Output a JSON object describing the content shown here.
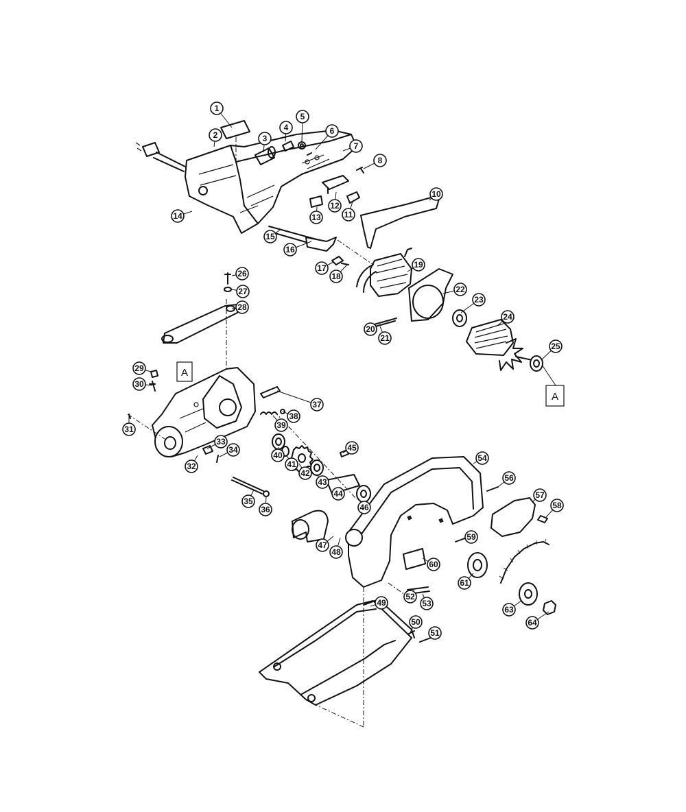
{
  "diagram": {
    "callouts": [
      {
        "id": "c1",
        "label": "1"
      },
      {
        "id": "c2",
        "label": "2"
      },
      {
        "id": "c3",
        "label": "3"
      },
      {
        "id": "c4",
        "label": "4"
      },
      {
        "id": "c5",
        "label": "5"
      },
      {
        "id": "c6",
        "label": "6"
      },
      {
        "id": "c7",
        "label": "7"
      },
      {
        "id": "c8",
        "label": "8"
      },
      {
        "id": "c10",
        "label": "10"
      },
      {
        "id": "c11",
        "label": "11"
      },
      {
        "id": "c12",
        "label": "12"
      },
      {
        "id": "c13",
        "label": "13"
      },
      {
        "id": "c14",
        "label": "14"
      },
      {
        "id": "c15",
        "label": "15"
      },
      {
        "id": "c16",
        "label": "16"
      },
      {
        "id": "c17",
        "label": "17"
      },
      {
        "id": "c18",
        "label": "18"
      },
      {
        "id": "c19",
        "label": "19"
      },
      {
        "id": "c20",
        "label": "20"
      },
      {
        "id": "c21",
        "label": "21"
      },
      {
        "id": "c22",
        "label": "22"
      },
      {
        "id": "c23",
        "label": "23"
      },
      {
        "id": "c24",
        "label": "24"
      },
      {
        "id": "c25",
        "label": "25"
      },
      {
        "id": "c26",
        "label": "26"
      },
      {
        "id": "c27",
        "label": "27"
      },
      {
        "id": "c28",
        "label": "28"
      },
      {
        "id": "c29",
        "label": "29"
      },
      {
        "id": "c30",
        "label": "30"
      },
      {
        "id": "c31",
        "label": "31"
      },
      {
        "id": "c32",
        "label": "32"
      },
      {
        "id": "c33",
        "label": "33"
      },
      {
        "id": "c34",
        "label": "34"
      },
      {
        "id": "c35",
        "label": "35"
      },
      {
        "id": "c36",
        "label": "36"
      },
      {
        "id": "c37",
        "label": "37"
      },
      {
        "id": "c38",
        "label": "38"
      },
      {
        "id": "c39",
        "label": "39"
      },
      {
        "id": "c40",
        "label": "40"
      },
      {
        "id": "c41",
        "label": "41"
      },
      {
        "id": "c42",
        "label": "42"
      },
      {
        "id": "c43",
        "label": "43"
      },
      {
        "id": "c44",
        "label": "44"
      },
      {
        "id": "c45",
        "label": "45"
      },
      {
        "id": "c46",
        "label": "46"
      },
      {
        "id": "c47",
        "label": "47"
      },
      {
        "id": "c48",
        "label": "48"
      },
      {
        "id": "c49",
        "label": "49"
      },
      {
        "id": "c50",
        "label": "50"
      },
      {
        "id": "c51",
        "label": "51"
      },
      {
        "id": "c52",
        "label": "52"
      },
      {
        "id": "c53",
        "label": "53"
      },
      {
        "id": "c54",
        "label": "54"
      },
      {
        "id": "c56",
        "label": "56"
      },
      {
        "id": "c57",
        "label": "57"
      },
      {
        "id": "c58",
        "label": "58"
      },
      {
        "id": "c59",
        "label": "59"
      },
      {
        "id": "c60",
        "label": "60"
      },
      {
        "id": "c61",
        "label": "61"
      },
      {
        "id": "c63",
        "label": "63"
      },
      {
        "id": "c64",
        "label": "64"
      }
    ],
    "reference_markers": [
      {
        "id": "refA1",
        "label": "A"
      },
      {
        "id": "refA2",
        "label": "A"
      }
    ]
  }
}
